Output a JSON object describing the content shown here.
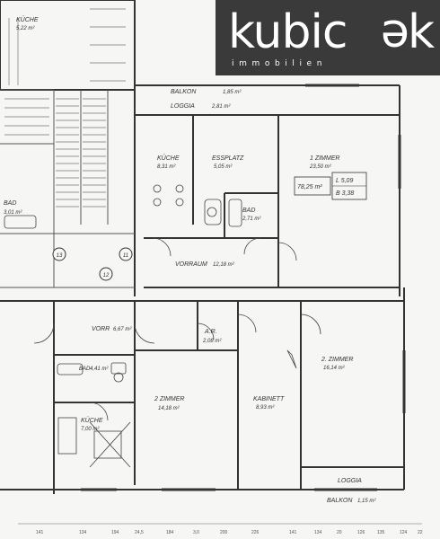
{
  "logo": {
    "word": "kubic",
    "flipped": "e",
    "last": "k",
    "sub": "immobilien"
  },
  "rooms": {
    "kueche_top": "KÜCHE",
    "kueche_top_area": "5,22 m²",
    "balkon_top": "BALKON",
    "balkon_top_area": "1,85 m²",
    "loggia_top": "LOGGIA",
    "loggia_top_area": "2,81 m²",
    "kueche": "KÜCHE",
    "kueche_area": "8,31 m²",
    "essplatz": "ESSPLATZ",
    "essplatz_area": "5,05 m²",
    "zimmer1": "1 ZIMMER",
    "zimmer1_area": "23,50 m²",
    "total_area": "78,25 m²",
    "lage": "L 5,09",
    "bkz": "B 3,38",
    "bad_right": "BAD",
    "bad_right_area": "2,71 m²",
    "bad_left": "BAD",
    "bad_left_area": "3,01 m²",
    "vorraum": "VORRAUM",
    "vorraum_area": "12,18 m²",
    "zimmer2_right": "2. ZIMMER",
    "zimmer2_right_area": "16,14 m²",
    "kabinett": "KABINETT",
    "kabinett_area": "8,93 m²",
    "loggia_right": "LOGGIA",
    "balkon_right": "BALKON",
    "balkon_right_area": "1,15 m²",
    "vorr": "VORR",
    "vorr_area": "6,67 m²",
    "ar": "A.R.",
    "ar_area": "2,08 m²",
    "zimmer2_mid": "2 ZIMMER",
    "zimmer2_mid_area": "14,18 m²",
    "kueche_left": "KÜCHE",
    "kueche_left_area": "7,00 m²",
    "bad_mid": "BAD",
    "bad_mid_area": "4,41 m²",
    "stair13": "13",
    "stair12": "12",
    "stair11": "11"
  },
  "dimensions": [
    "141",
    "134",
    "194",
    "24,5",
    "184",
    "3,0",
    "200",
    "226",
    "141",
    "134",
    "20",
    "126",
    "135",
    "124",
    "22"
  ]
}
